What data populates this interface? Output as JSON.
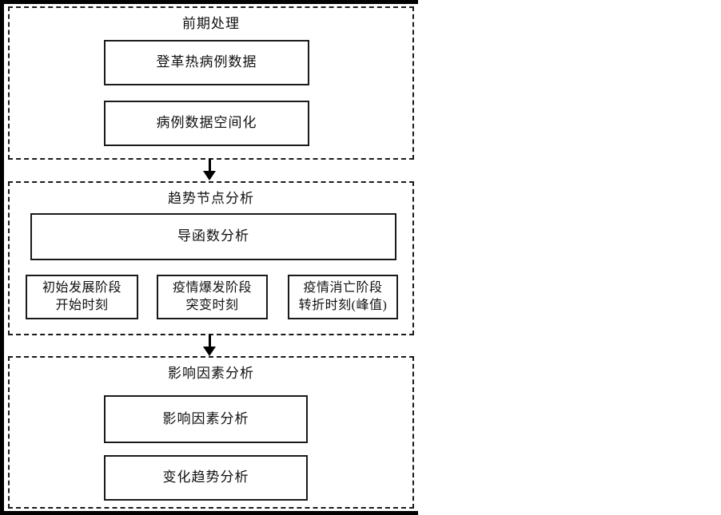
{
  "diagram": {
    "sections": [
      {
        "title": "前期处理",
        "boxes": [
          {
            "label": "登革热病例数据"
          },
          {
            "label": "病例数据空间化"
          }
        ]
      },
      {
        "title": "趋势节点分析",
        "wide_box": "导函数分析",
        "result_boxes": [
          {
            "line1": "初始发展阶段",
            "line2": "开始时刻"
          },
          {
            "line1": "疫情爆发阶段",
            "line2": "突变时刻"
          },
          {
            "line1": "疫情消亡阶段",
            "line2": "转折时刻(峰值)"
          }
        ]
      },
      {
        "title": "影响因素分析",
        "boxes": [
          {
            "label": "影响因素分析"
          },
          {
            "label": "变化趋势分析"
          }
        ]
      }
    ]
  }
}
